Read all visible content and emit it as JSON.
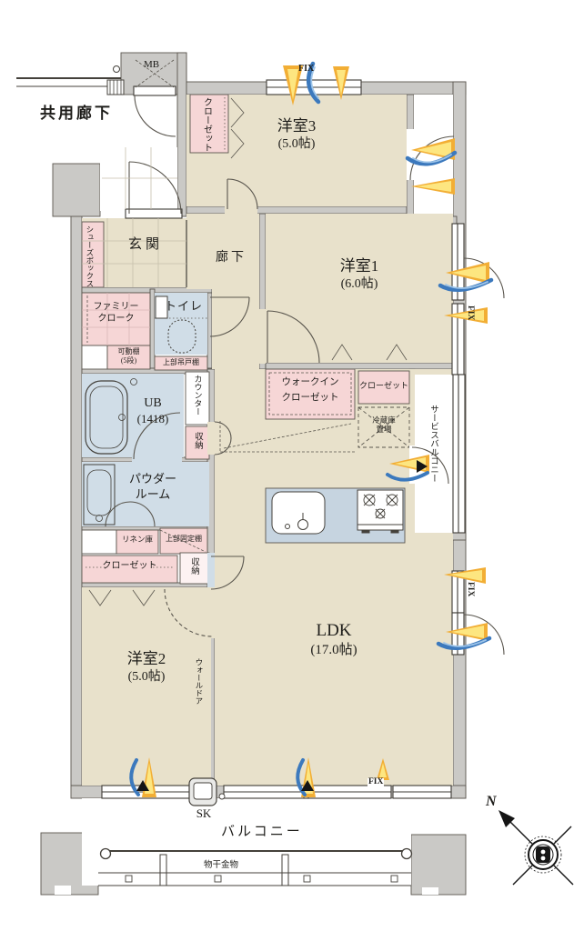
{
  "colors": {
    "floor_beige": "#e8e1cb",
    "storage_pink": "#f6d6d6",
    "wet_area_blue": "#d0dde7",
    "kitchen_blue": "#c6d4e0",
    "wall_gray": "#cac9c6",
    "sunlight_yellow": "#f2ae35",
    "wind_blue": "#3c79bd"
  },
  "labels": {
    "common_corridor": "共用廊下",
    "meter_box": "MB",
    "fix": "FIX",
    "north": "N"
  },
  "rooms": {
    "western3_name": "洋室3",
    "western3_size": "(5.0帖)",
    "western1_name": "洋室1",
    "western1_size": "(6.0帖)",
    "western2_name": "洋室2",
    "western2_size": "(5.0帖)",
    "ldk_name": "LDK",
    "ldk_size": "(17.0帖)",
    "entrance": "玄関",
    "hallway": "廊下",
    "toilet": "トイレ",
    "unit_bath_name": "UB",
    "unit_bath_size": "(1418)",
    "powder_room_line1": "パウダー",
    "powder_room_line2": "ルーム"
  },
  "storage": {
    "closet_west3": "クローゼット",
    "shoes_box": "シューズボックス",
    "family_cloak_line1": "ファミリー",
    "family_cloak_line2": "クローク",
    "movable_shelf_line1": "可動棚",
    "movable_shelf_line2": "(5段)",
    "upper_hanging_shelf": "上部吊戸棚",
    "counter": "カウンター",
    "storage_1": "収納",
    "walkin_line1": "ウォークイン",
    "walkin_line2": "クローゼット",
    "closet_west1": "クローゼット",
    "fridge_line1": "冷蔵庫",
    "fridge_line2": "置場",
    "linen_cabinet": "リネン庫",
    "upper_fixed_shelf": "上部固定棚",
    "closet_west2": "クローゼット",
    "storage_2": "収納",
    "wall_door": "ウォールドア"
  },
  "outdoor": {
    "balcony": "バルコニー",
    "service_balcony": "サービスバルコニー",
    "slop_sink": "SK",
    "laundry_hardware": "物干金物"
  }
}
